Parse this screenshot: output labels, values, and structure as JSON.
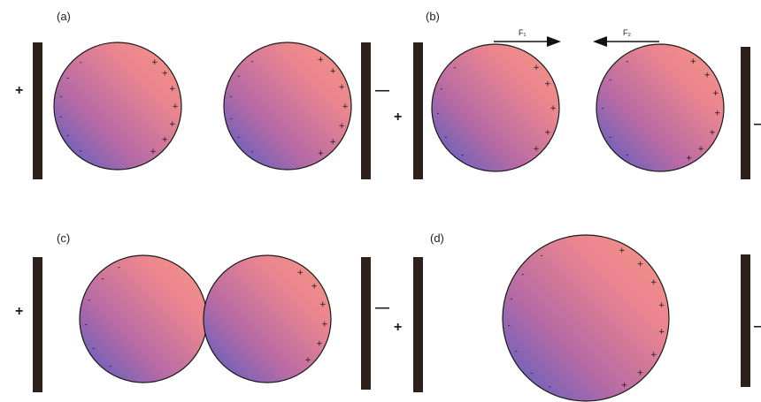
{
  "panels": {
    "a": {
      "label": "(a)"
    },
    "b": {
      "label": "(b)",
      "force_left": "F₁",
      "force_right": "F₂"
    },
    "c": {
      "label": "(c)"
    },
    "d": {
      "label": "(d)"
    }
  },
  "signs": {
    "positive": "+",
    "negative": "—"
  },
  "charges": {
    "positive": "+",
    "negative": "-"
  },
  "colors": {
    "plate": "#2e211c",
    "drop_blue": "#4f5fc4",
    "drop_mid": "#c06a9a",
    "drop_pink": "#f08a84",
    "outline": "#1a1a1a"
  }
}
